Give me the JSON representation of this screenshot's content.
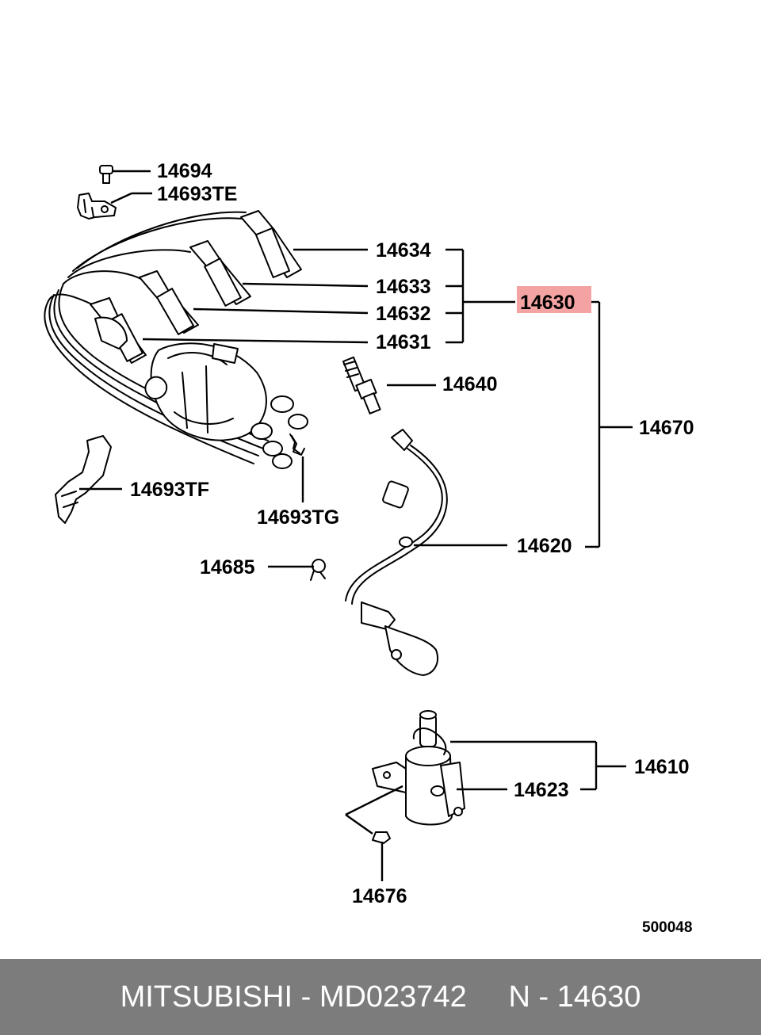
{
  "parts": {
    "p14694": "14694",
    "p14693TE": "14693TE",
    "p14634": "14634",
    "p14633": "14633",
    "p14632": "14632",
    "p14631": "14631",
    "p14630": "14630",
    "p14640": "14640",
    "p14670": "14670",
    "p14693TF": "14693TF",
    "p14693TG": "14693TG",
    "p14620": "14620",
    "p14685": "14685",
    "p14610": "14610",
    "p14623": "14623",
    "p14676": "14676"
  },
  "diagram_code": "500048",
  "highlight_color": "#f4a3a3",
  "footer": {
    "brand": "MITSUBISHI",
    "sep1": " - ",
    "part_number": "MD023742",
    "gap": "     ",
    "ref_prefix": "N",
    "sep2": " - ",
    "ref_number": "14630"
  }
}
